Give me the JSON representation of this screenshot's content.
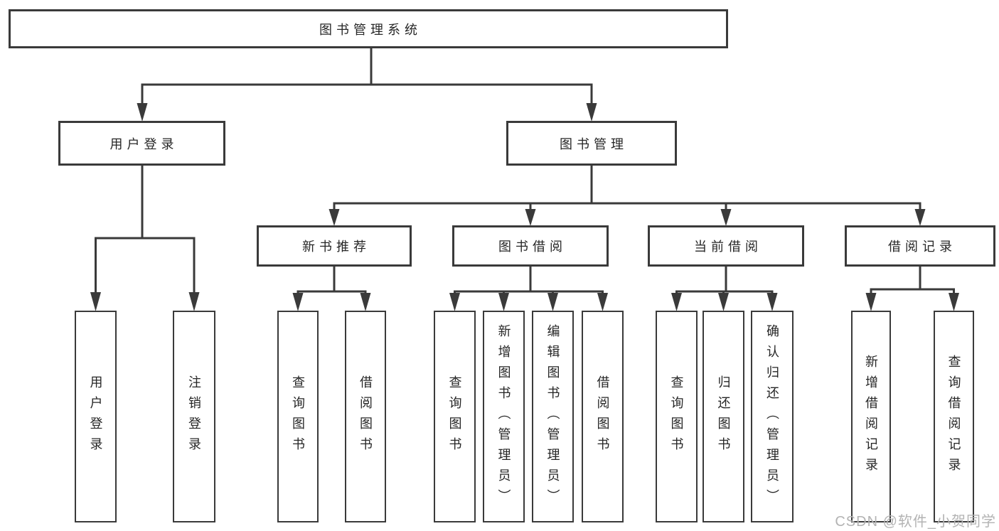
{
  "diagram": {
    "root": {
      "label": "图书管理系统"
    },
    "level2": [
      {
        "label": "用户登录"
      },
      {
        "label": "图书管理"
      }
    ],
    "level3": [
      {
        "label": "新书推荐"
      },
      {
        "label": "图书借阅"
      },
      {
        "label": "当前借阅"
      },
      {
        "label": "借阅记录"
      }
    ],
    "leaves": {
      "user_login": [
        "用户登录",
        "注销登录"
      ],
      "new_books": [
        "查询图书",
        "借阅图书"
      ],
      "book_borrow": [
        "查询图书",
        "新增图书（管理员）",
        "编辑图书（管理员）",
        "借阅图书"
      ],
      "current_borrow": [
        "查询图书",
        "归还图书",
        "确认归还（管理员）"
      ],
      "borrow_records": [
        "新增借阅记录",
        "查询借阅记录"
      ]
    }
  },
  "watermark": "CSDN @软件_小贺同学",
  "colors": {
    "line": "#3a3a3a",
    "text": "#262626",
    "watermark": "#b3b3b3",
    "background": "#ffffff"
  }
}
